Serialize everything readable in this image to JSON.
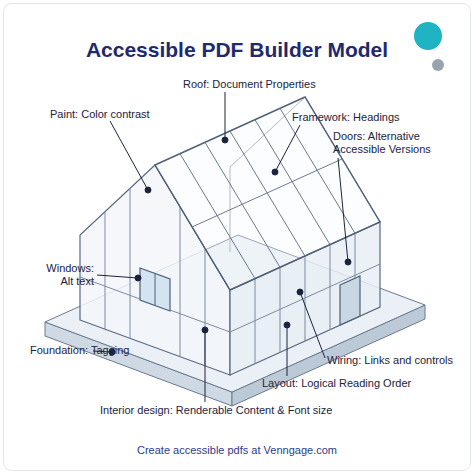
{
  "diagram": {
    "title": "Accessible PDF Builder Model",
    "caption": "Create accessible pdfs at Venngage.com",
    "labels": [
      "Roof: Document Properties",
      "Paint: Color contrast",
      "Framework: Headings",
      "Doors: Alternative Accessible Versions",
      "Windows: Alt text",
      "Foundation: Tagging",
      "Wiring: Links and controls",
      "Layout: Logical Reading Order",
      "Interior design: Renderable Content & Font size"
    ]
  }
}
